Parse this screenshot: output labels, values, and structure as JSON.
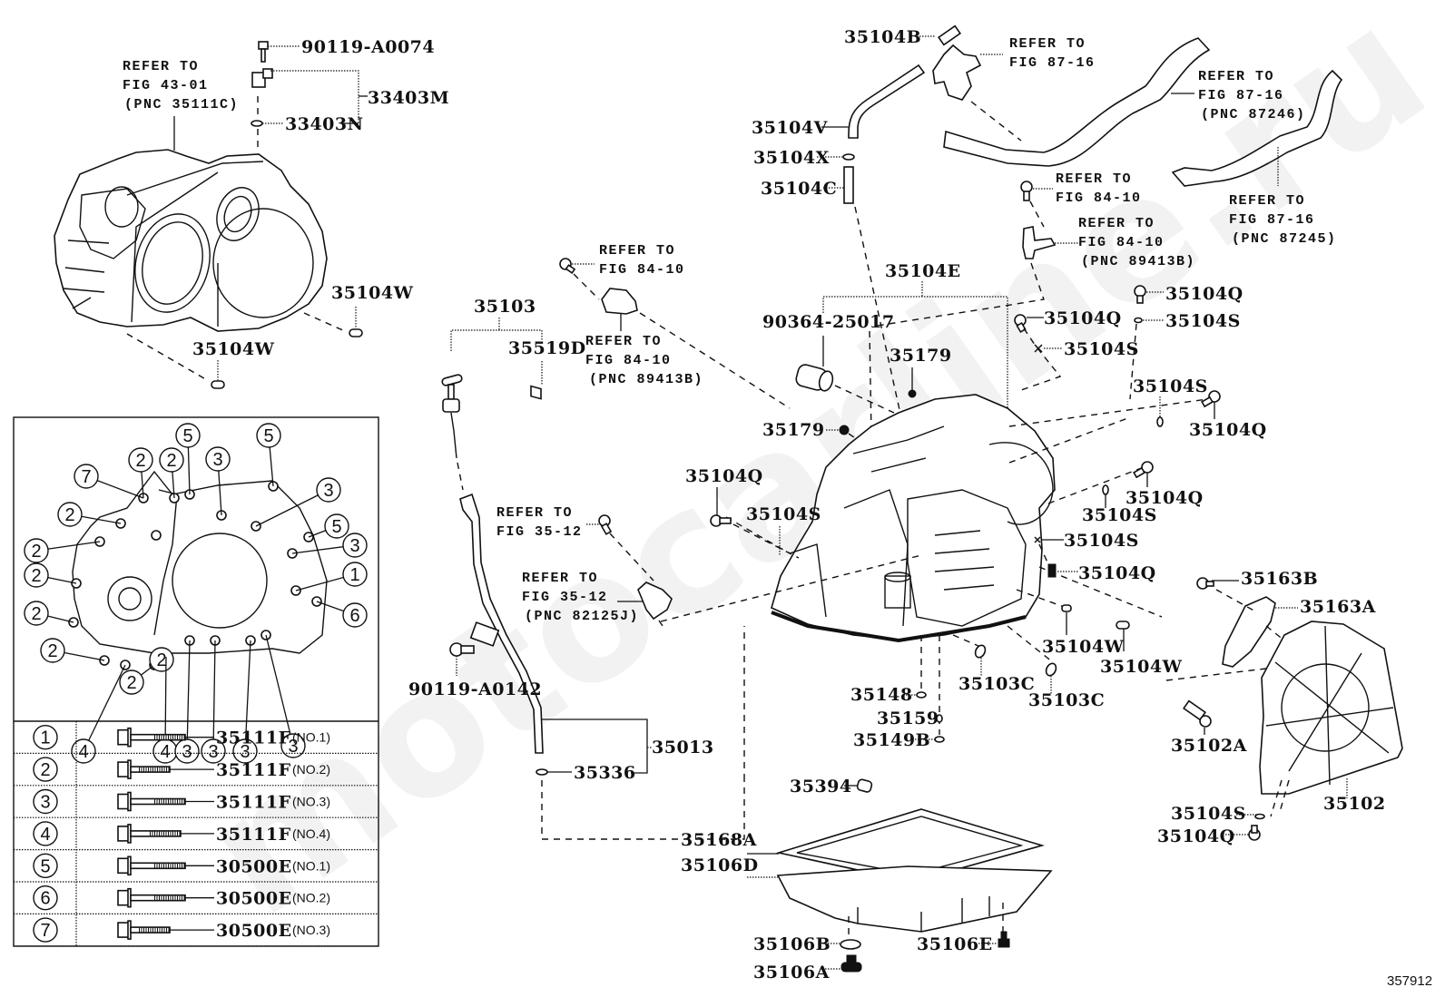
{
  "figure_id": "357912",
  "watermark": "motocarline.ru",
  "labels": {
    "p90119_A0074": "90119-A0074",
    "p33403M": "33403M",
    "p33403N": "33403N",
    "p35104W_a": "35104W",
    "p35104W_b": "35104W",
    "p35104B": "35104B",
    "p35104V": "35104V",
    "p35104X": "35104X",
    "p35104C": "35104C",
    "p35104E": "35104E",
    "p90364_25017": "90364-25017",
    "p35179_a": "35179",
    "p35179_b": "35179",
    "p35103": "35103",
    "p35519D": "35519D",
    "p35104Q_1": "35104Q",
    "p35104Q_2": "35104Q",
    "p35104Q_3": "35104Q",
    "p35104Q_4": "35104Q",
    "p35104Q_5": "35104Q",
    "p35104Q_6": "35104Q",
    "p35104Q_7": "35104Q",
    "p35104S_1": "35104S",
    "p35104S_2": "35104S",
    "p35104S_3": "35104S",
    "p35104S_4": "35104S",
    "p35104S_5": "35104S",
    "p35104S_6": "35104S",
    "p35104S_7": "35104S",
    "p35104W_c": "35104W",
    "p35104W_d": "35104W",
    "p35103C_a": "35103C",
    "p35103C_b": "35103C",
    "p35148": "35148",
    "p35159": "35159",
    "p35149B": "35149B",
    "p35163B": "35163B",
    "p35163A": "35163A",
    "p35102A": "35102A",
    "p35102": "35102",
    "p90119_A0142": "90119-A0142",
    "p35013": "35013",
    "p35336": "35336",
    "p35394": "35394",
    "p35168A": "35168A",
    "p35106D": "35106D",
    "p35106B": "35106B",
    "p35106A": "35106A",
    "p35106E": "35106E"
  },
  "references": {
    "fig43_01": [
      "REFER TO",
      "FIG 43-01",
      "(PNC 35111C)"
    ],
    "fig87_16_a": [
      "REFER TO",
      "FIG 87-16"
    ],
    "fig87_16_b": [
      "REFER TO",
      "FIG 87-16",
      "(PNC 87246)"
    ],
    "fig87_16_c": [
      "REFER TO",
      "FIG 87-16",
      "(PNC 87245)"
    ],
    "fig84_10_a": [
      "REFER TO",
      "FIG 84-10"
    ],
    "fig84_10_b": [
      "REFER TO",
      "FIG 84-10",
      "(PNC 89413B)"
    ],
    "fig84_10_c": [
      "REFER TO",
      "FIG 84-10"
    ],
    "fig84_10_d": [
      "REFER TO",
      "FIG 84-10",
      "(PNC 89413B)"
    ],
    "fig35_12_a": [
      "REFER TO",
      "FIG 35-12"
    ],
    "fig35_12_b": [
      "REFER TO",
      "FIG 35-12",
      "(PNC 82125J)"
    ]
  },
  "bolt_map_callouts": {
    "positions": [
      "7",
      "2",
      "2",
      "5",
      "3",
      "5",
      "3",
      "2",
      "2",
      "5",
      "3",
      "2",
      "1",
      "2",
      "6",
      "2",
      "2",
      "4",
      "2",
      "4",
      "3",
      "3",
      "3",
      "3"
    ]
  },
  "bolt_table": {
    "rows": [
      {
        "index": "1",
        "part": "35111F",
        "note": "(NO.1)"
      },
      {
        "index": "2",
        "part": "35111F",
        "note": "(NO.2)"
      },
      {
        "index": "3",
        "part": "35111F",
        "note": "(NO.3)"
      },
      {
        "index": "4",
        "part": "35111F",
        "note": "(NO.4)"
      },
      {
        "index": "5",
        "part": "30500E",
        "note": "(NO.1)"
      },
      {
        "index": "6",
        "part": "30500E",
        "note": "(NO.2)"
      },
      {
        "index": "7",
        "part": "30500E",
        "note": "(NO.3)"
      }
    ]
  }
}
